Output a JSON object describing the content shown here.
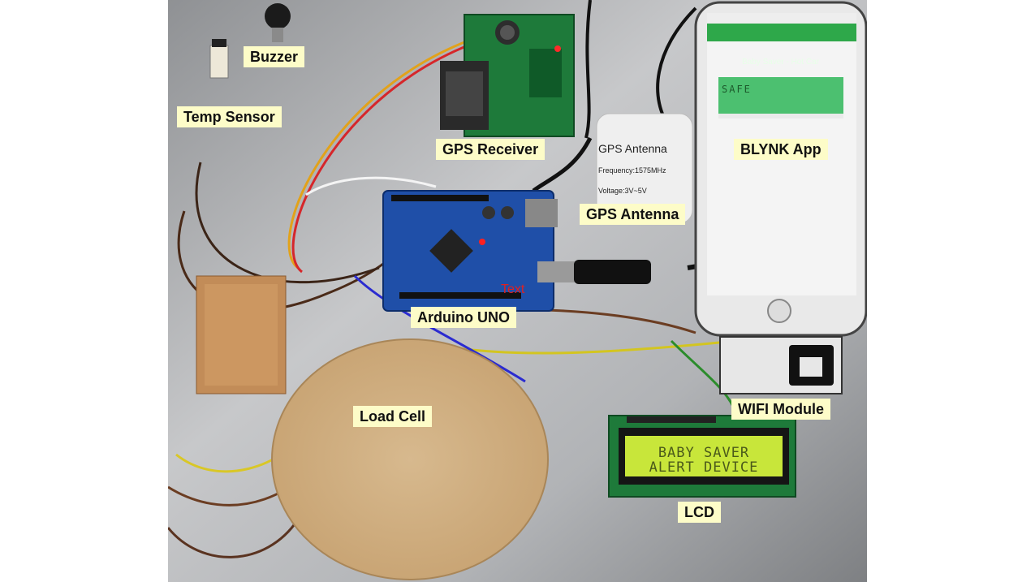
{
  "labels": {
    "buzzer": "Buzzer",
    "temp_sensor": "Temp Sensor",
    "gps_receiver": "GPS Receiver",
    "blynk_app": "BLYNK App",
    "gps_antenna": "GPS Antenna",
    "arduino_uno": "Arduino UNO",
    "load_cell": "Load Cell",
    "wifi_module": "WIFI Module",
    "lcd": "LCD"
  },
  "phone": {
    "app_title": "Baby Saver - Hot Car",
    "status_text": "SAFE"
  },
  "antenna": {
    "name": "GPS Antenna",
    "frequency": "Frequency:1575MHz",
    "voltage": "Voltage:3V~5V"
  },
  "lcd_screen": {
    "line1": "BABY SAVER",
    "line2": "ALERT DEVICE"
  },
  "board_overlay": "Text",
  "colors": {
    "label_bg": "#fdfcc8",
    "lcd_bg": "#c8e63a",
    "app_header": "#2ea84a",
    "app_status_box": "#4cc070",
    "board_blue": "#1f4fa8",
    "gps_board": "#1e7a3a"
  }
}
